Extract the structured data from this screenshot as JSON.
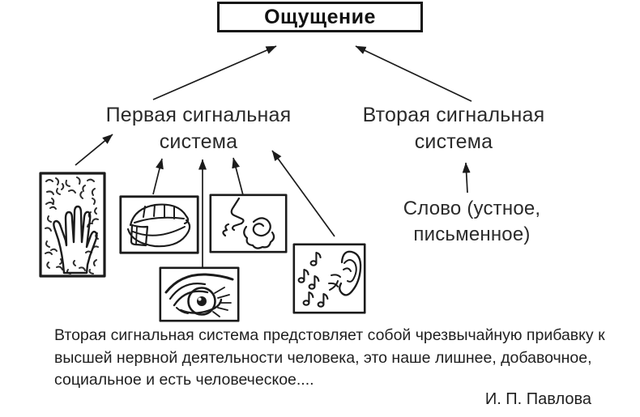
{
  "colors": {
    "ink": "#1b1b1b",
    "paper": "#ffffff"
  },
  "diagram": {
    "root": {
      "label": "Ощущение"
    },
    "first_system": {
      "line1": "Первая сигнальная",
      "line2": "система"
    },
    "second_system": {
      "line1": "Вторая сигнальная",
      "line2": "система"
    },
    "word_node": {
      "line1": "Слово (устное,",
      "line2": "письменное)"
    },
    "sense_images": [
      {
        "name": "hand-touch-image"
      },
      {
        "name": "mouth-taste-image"
      },
      {
        "name": "nose-smell-image"
      },
      {
        "name": "eye-vision-image"
      },
      {
        "name": "ear-hearing-image"
      }
    ]
  },
  "quote": {
    "lines": [
      "Вторая сигнальная система предстовляет собой чрезвычайную прибавку к",
      "высшей нервной деятельности человека, это наше лишнее, добавочное,",
      "социальное и есть человеческое...."
    ],
    "attribution": "И. П. Павлова"
  }
}
